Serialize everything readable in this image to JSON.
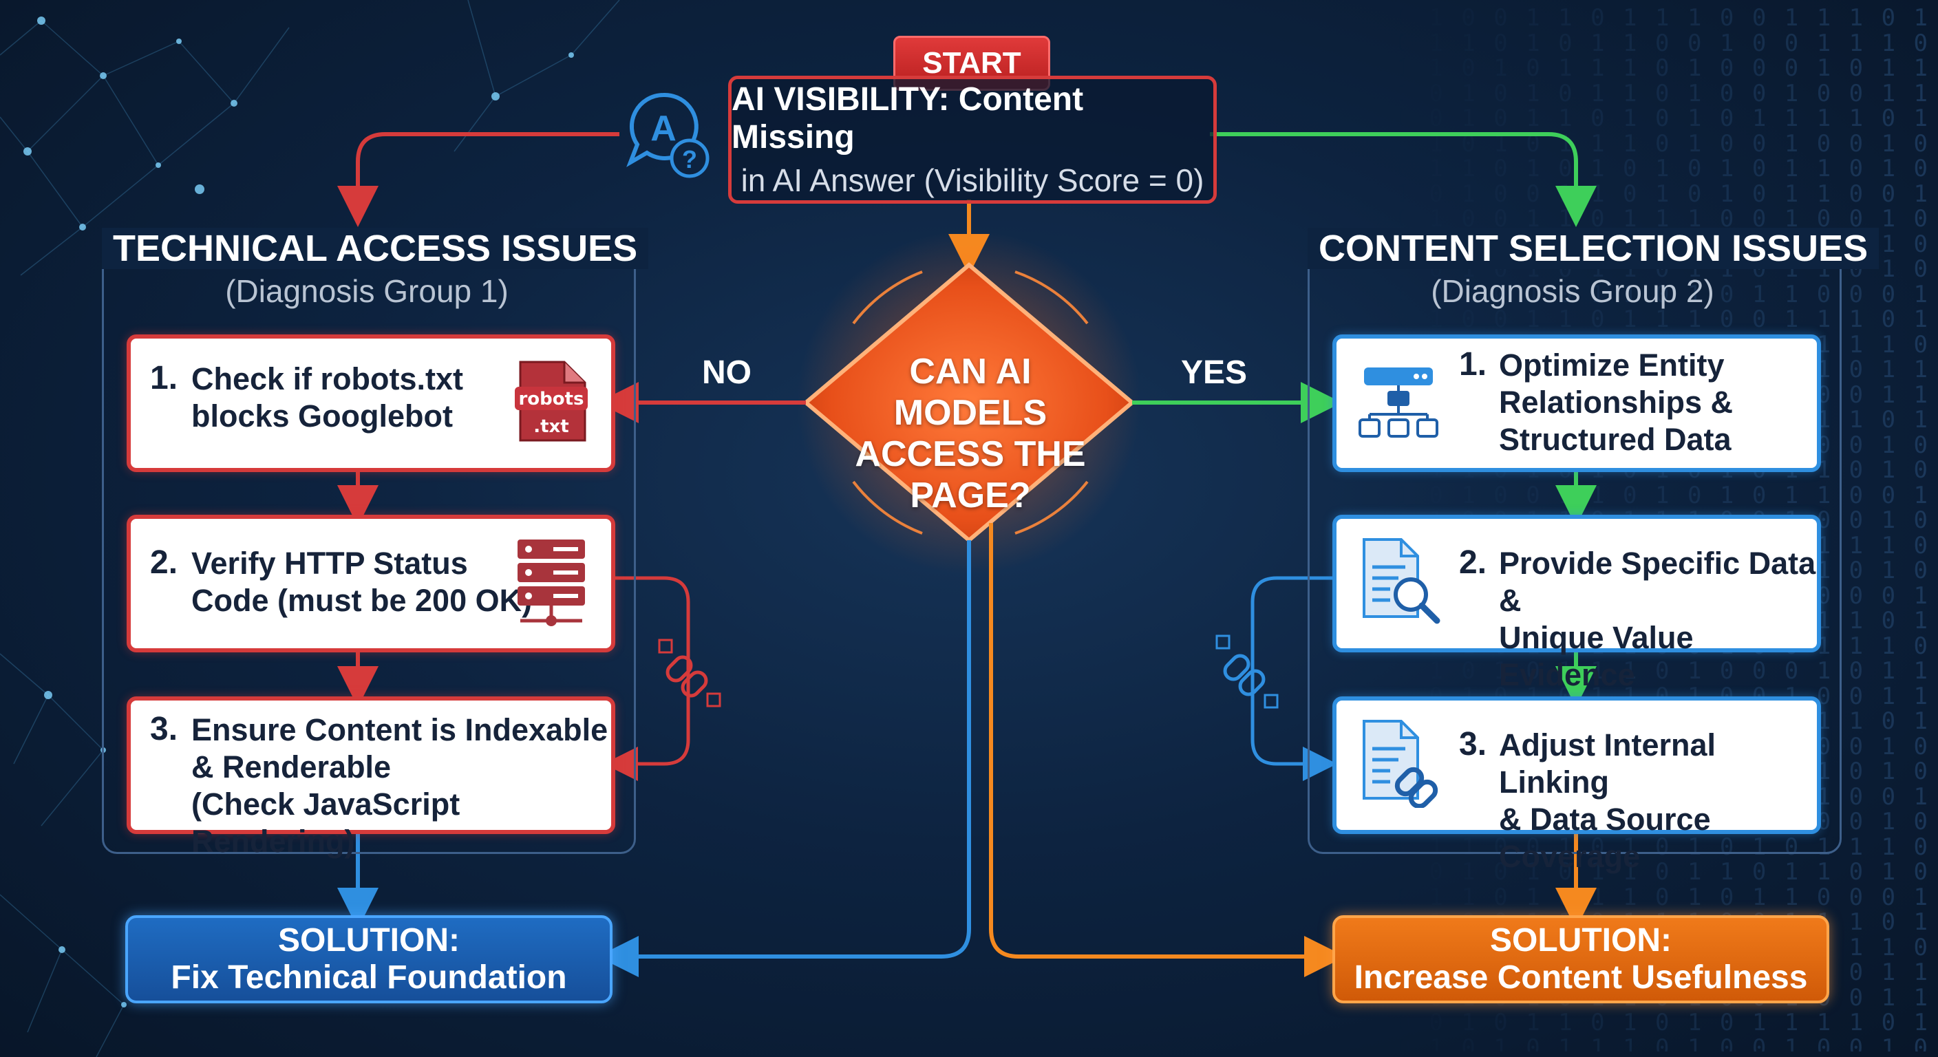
{
  "start_label": "START",
  "header": {
    "line1": "AI VISIBILITY: Content Missing",
    "line2": "in AI Answer (Visibility Score = 0)"
  },
  "decision": {
    "line1": "CAN AI MODELS",
    "line2": "ACCESS THE",
    "line3": "PAGE?",
    "no_label": "NO",
    "yes_label": "YES"
  },
  "left_group": {
    "title": "TECHNICAL ACCESS ISSUES",
    "subtitle": "(Diagnosis Group 1)",
    "steps": [
      {
        "num": "1.",
        "text": "Check if robots.txt\nblocks Googlebot",
        "icon": "robots-txt-file-icon"
      },
      {
        "num": "2.",
        "text": "Verify HTTP Status\nCode (must be 200 OK)",
        "icon": "server-icon"
      },
      {
        "num": "3.",
        "text": "Ensure Content is Indexable\n& Renderable\n(Check JavaScript Rendering)"
      }
    ],
    "solution_title": "SOLUTION:",
    "solution_text": "Fix Technical Foundation"
  },
  "right_group": {
    "title": "CONTENT SELECTION ISSUES",
    "subtitle": "(Diagnosis Group 2)",
    "steps": [
      {
        "num": "1.",
        "text": "Optimize Entity\nRelationships &\nStructured Data",
        "icon": "hierarchy-icon"
      },
      {
        "num": "2.",
        "text": "Provide Specific Data &\nUnique Value Evidence",
        "icon": "document-search-icon"
      },
      {
        "num": "3.",
        "text": "Adjust Internal Linking\n& Data Source Coverage",
        "icon": "document-link-icon"
      }
    ],
    "solution_title": "SOLUTION:",
    "solution_text": "Increase Content Usefulness"
  },
  "icons": {
    "robots_file_line1": "robots",
    "robots_file_line2": ".txt",
    "ai_bubble_letter": "A",
    "ai_bubble_question": "?"
  },
  "colors": {
    "red": "#d63b3b",
    "blue": "#2f8fe0",
    "green": "#3ecf5a",
    "orange": "#f5891f",
    "background": "#0d2340"
  },
  "binary_rows": [
    "0 1 0 0 1 1 0 1 1 1 0 0 1 1 1 0 1 0 1 1 0 0 1",
    "0 1 1 0 1 0 1 1 0 0 1 0 0 1 1 1 0 0 0 1 1 0",
    "1 1 0 1 0 1 1 1 0 1 0 0 0 1 0 1 1 0 1 1 0 1 0",
    "1 0 1 0 1 0 1 1 0 1 0 0 1 0 0 1 1 0 1 0 0 1 0",
    "0 0 1 0 1 1 0 1 0 1 0 1 1 1 1 0 1 1 0 0 1 0 1",
    "0 1 0 1 0 1 1 1 0 1 0 0 1 0 0 1 0 1 0 1 0 1 0",
    "0 1 1 0 1 0 1 0 1 0 1 0 1 1 0 1 0 1 1 1 0 1 1",
    "1 0 1 0 0 1 1 0 1 0 1 0 1 1 0 0 1 1 0 1 0 0 0",
    "0 1 0 0 1 1 0 1 1 1 0 0 1 0 0 1 0 0 1 0 1 1 0",
    "0 1 1 0 0 1 0 1 0 1 0 1 0 1 1 1 0 1 0 1 0 1 1",
    "1 0 1 0 1 0 1 1 0 1 1 0 1 1 0 1 0 1 1 0 1 1 0",
    "0 1 1 0 1 0 1 1 0 1 0 1 1 0 0 0 1 0 1 0 0 1 1"
  ]
}
